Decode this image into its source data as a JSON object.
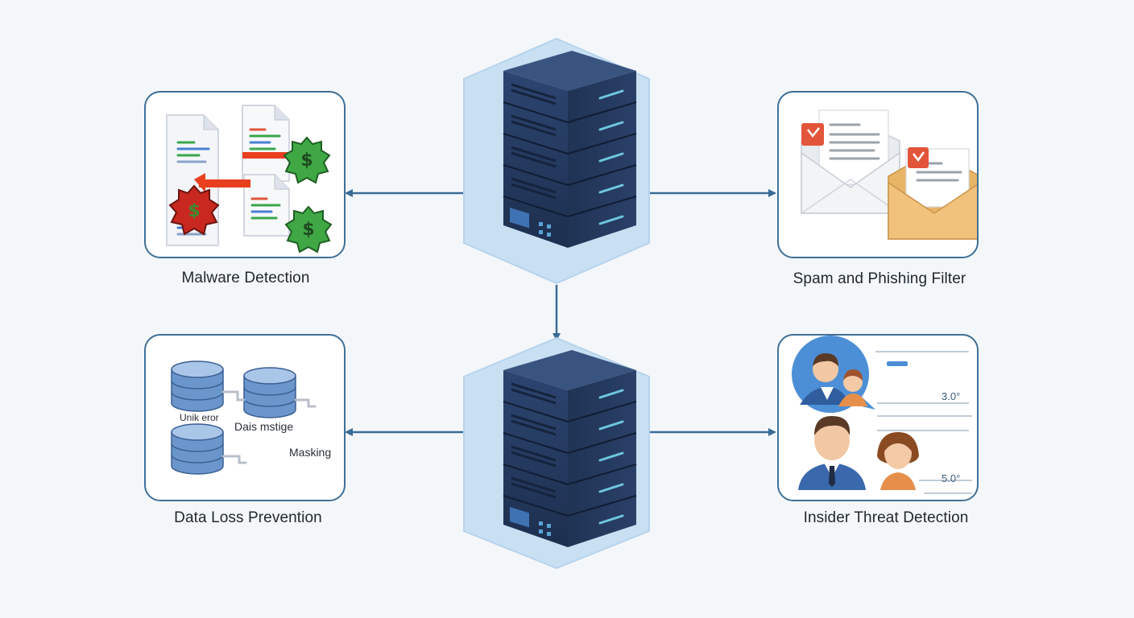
{
  "modules": {
    "malware": {
      "label": "Malware Detection"
    },
    "spam": {
      "label": "Spam and Phishing Filter"
    },
    "dlp": {
      "label": "Data Loss Prevention",
      "inner_labels": [
        "Unik eror",
        "Dais mstige",
        "Masking"
      ]
    },
    "insider": {
      "label": "Insider Threat Detection",
      "values": [
        "3.0°",
        "5.0°"
      ]
    }
  },
  "icons": {
    "server": "server-rack-icon",
    "document": "document-icon",
    "seal": "dollar-seal-icon",
    "envelope": "envelope-icon",
    "flag": "flag-icon",
    "database": "database-icon",
    "person": "person-avatar-icon"
  },
  "colors": {
    "server_body": "#253a5e",
    "hexagon": "#c9e0f3",
    "connector": "#3a6b96",
    "card_border": "#3f6f97",
    "seal_green": "#3fa844",
    "seal_red": "#c8281f",
    "envelope_white": "#e8ebef",
    "envelope_gold": "#e8b466",
    "accent_red": "#e2553a",
    "database_blue": "#6b96cc"
  }
}
